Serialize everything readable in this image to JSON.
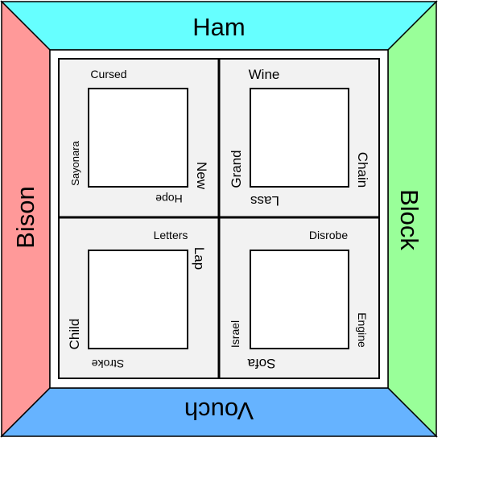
{
  "colors": {
    "top": "#66ffff",
    "left": "#ff9999",
    "right": "#99ff99",
    "bottom": "#66b3ff",
    "board_fill": "#ffffff",
    "cell_fill": "#f2f2f2",
    "stroke": "#000000"
  },
  "outer": {
    "top": "Ham",
    "left": "Bison",
    "right": "Block",
    "bottom": "Vouch"
  },
  "cells": [
    {
      "top": "Cursed",
      "left": "Sayonara",
      "right": "New",
      "bottom": "Hope"
    },
    {
      "top": "Wine",
      "left": "Grand",
      "right": "Chain",
      "bottom": "Lass"
    },
    {
      "top": "Letters",
      "left": "Child",
      "right": "Lap",
      "bottom": "Stroke"
    },
    {
      "top": "Disrobe",
      "left": "Israel",
      "right": "Engine",
      "bottom": "Sofa"
    }
  ]
}
